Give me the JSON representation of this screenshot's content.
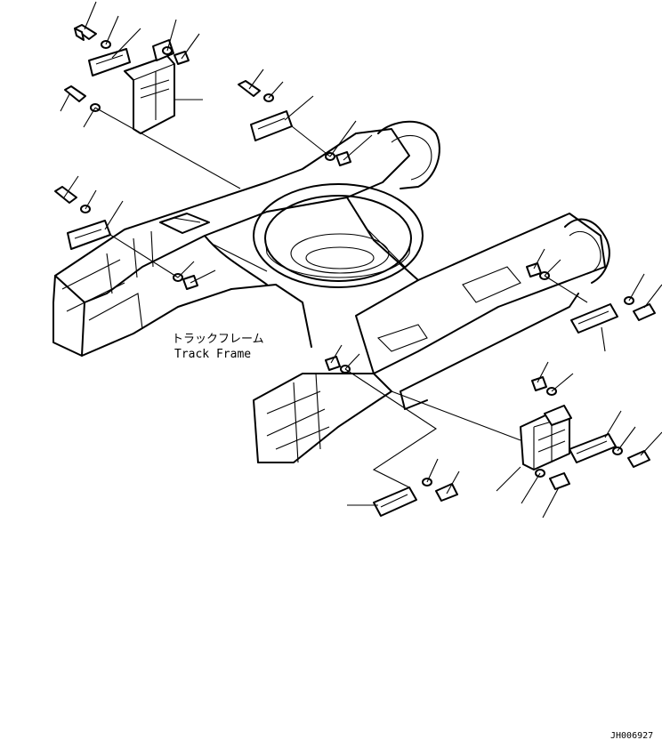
{
  "diagram": {
    "label_japanese": "トラックフレーム",
    "label_english": "Track Frame",
    "drawing_number": "JH006927"
  }
}
